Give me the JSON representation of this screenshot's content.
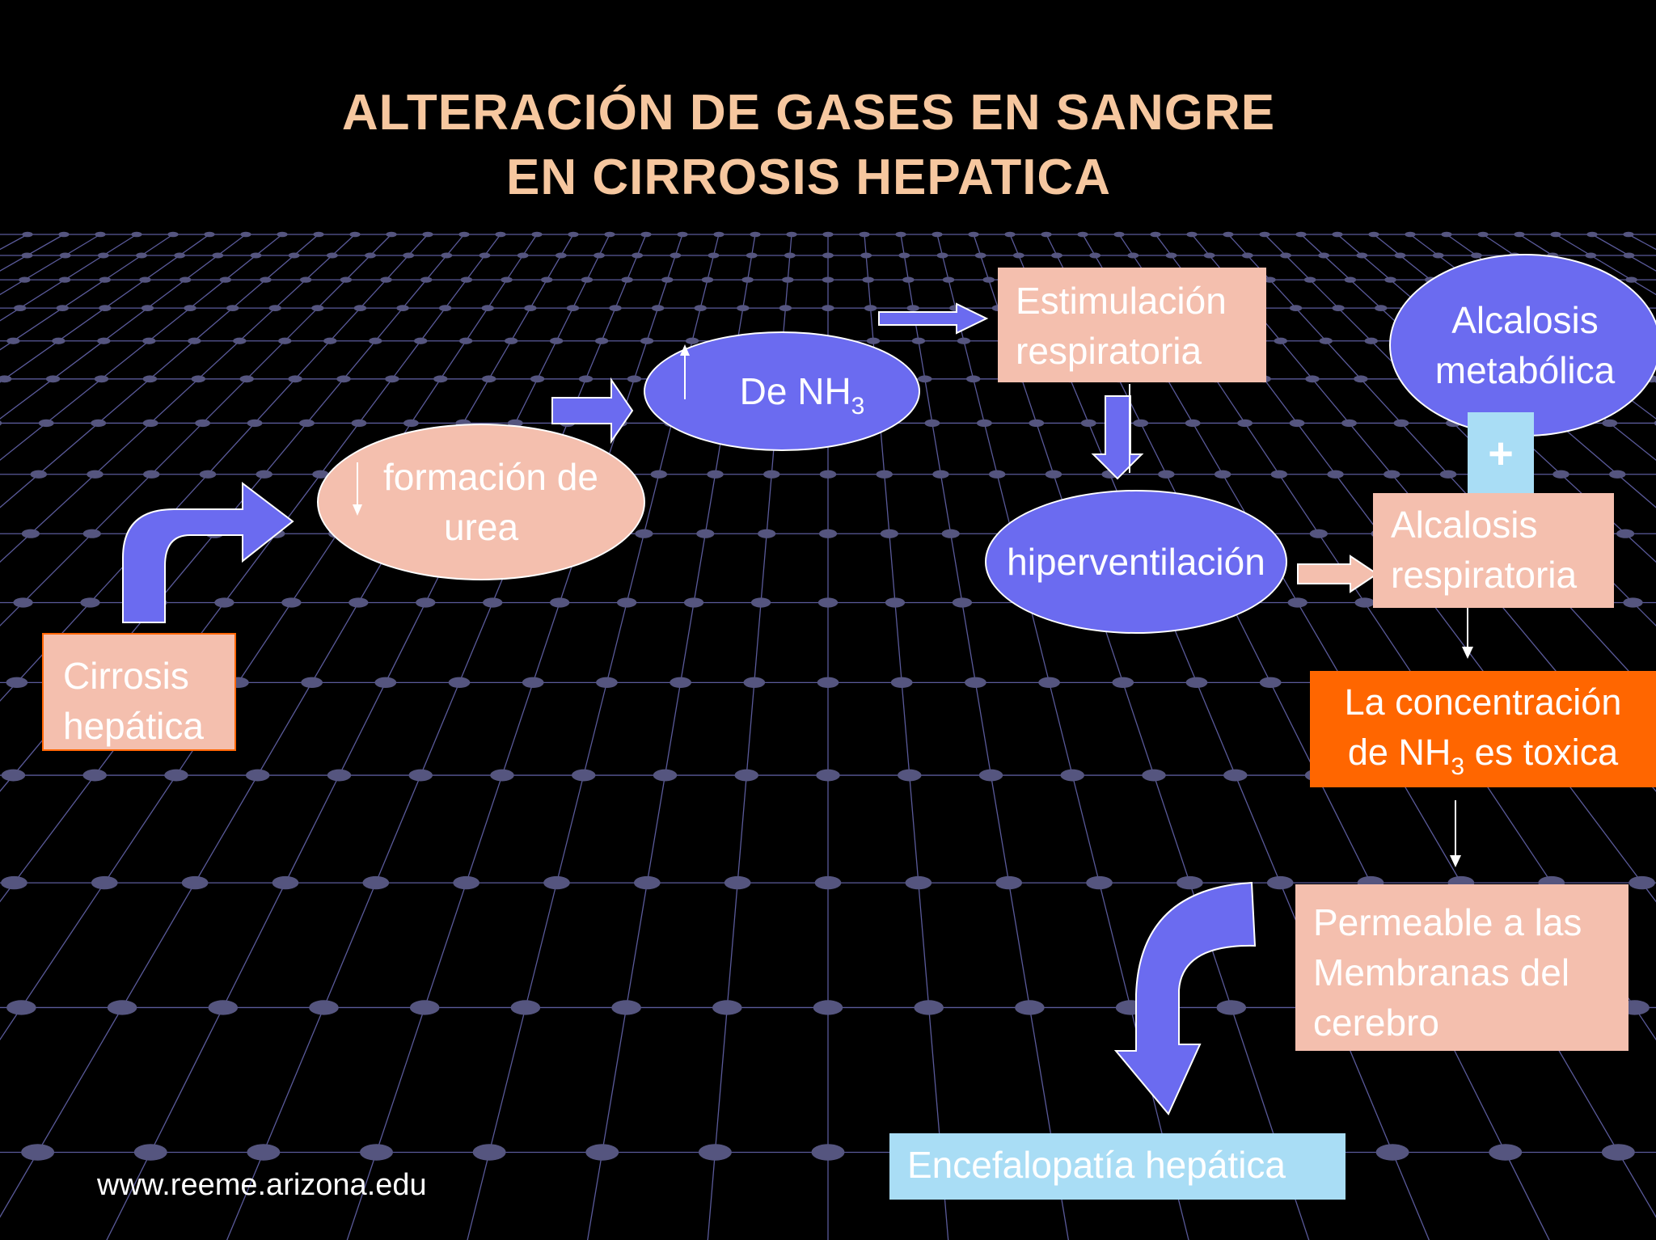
{
  "title": {
    "line1": "ALTERACIÓN  DE GASES EN SANGRE",
    "line2": "EN  CIRROSIS HEPATICA"
  },
  "nodes": {
    "cirrosis": {
      "line1": "Cirrosis",
      "line2": "hepática"
    },
    "urea": {
      "line1": "formación de",
      "line2": "urea"
    },
    "nh3": {
      "prefix": "De  NH",
      "sub": "3"
    },
    "estimulacion": {
      "line1": "Estimulación",
      "line2": "respiratoria"
    },
    "hiperventilacion": {
      "label": "hiperventilación"
    },
    "alcalosis_metabolica": {
      "line1": "Alcalosis",
      "line2": "metabólica"
    },
    "plus": {
      "label": "+"
    },
    "alcalosis_respiratoria": {
      "line1": "Alcalosis",
      "line2": "respiratoria"
    },
    "concentracion": {
      "line1": "La concentración",
      "line2_prefix": "de NH",
      "line2_sub": "3",
      "line2_suffix": " es toxica"
    },
    "permeable": {
      "line1": "Permeable a las",
      "line2": "Membranas  del",
      "line3": "cerebro"
    },
    "encefalopatia": {
      "label": "Encefalopatía hepática"
    }
  },
  "source": "www.reeme.arizona.edu",
  "colors": {
    "background": "#000000",
    "title": "#f6c79f",
    "salmon": "#f4bfae",
    "blue": "#6b6bf0",
    "orange": "#ff6600",
    "light_blue": "#a9ddf5",
    "grid_line": "#5a5a9a",
    "grid_node": "#55557f"
  }
}
